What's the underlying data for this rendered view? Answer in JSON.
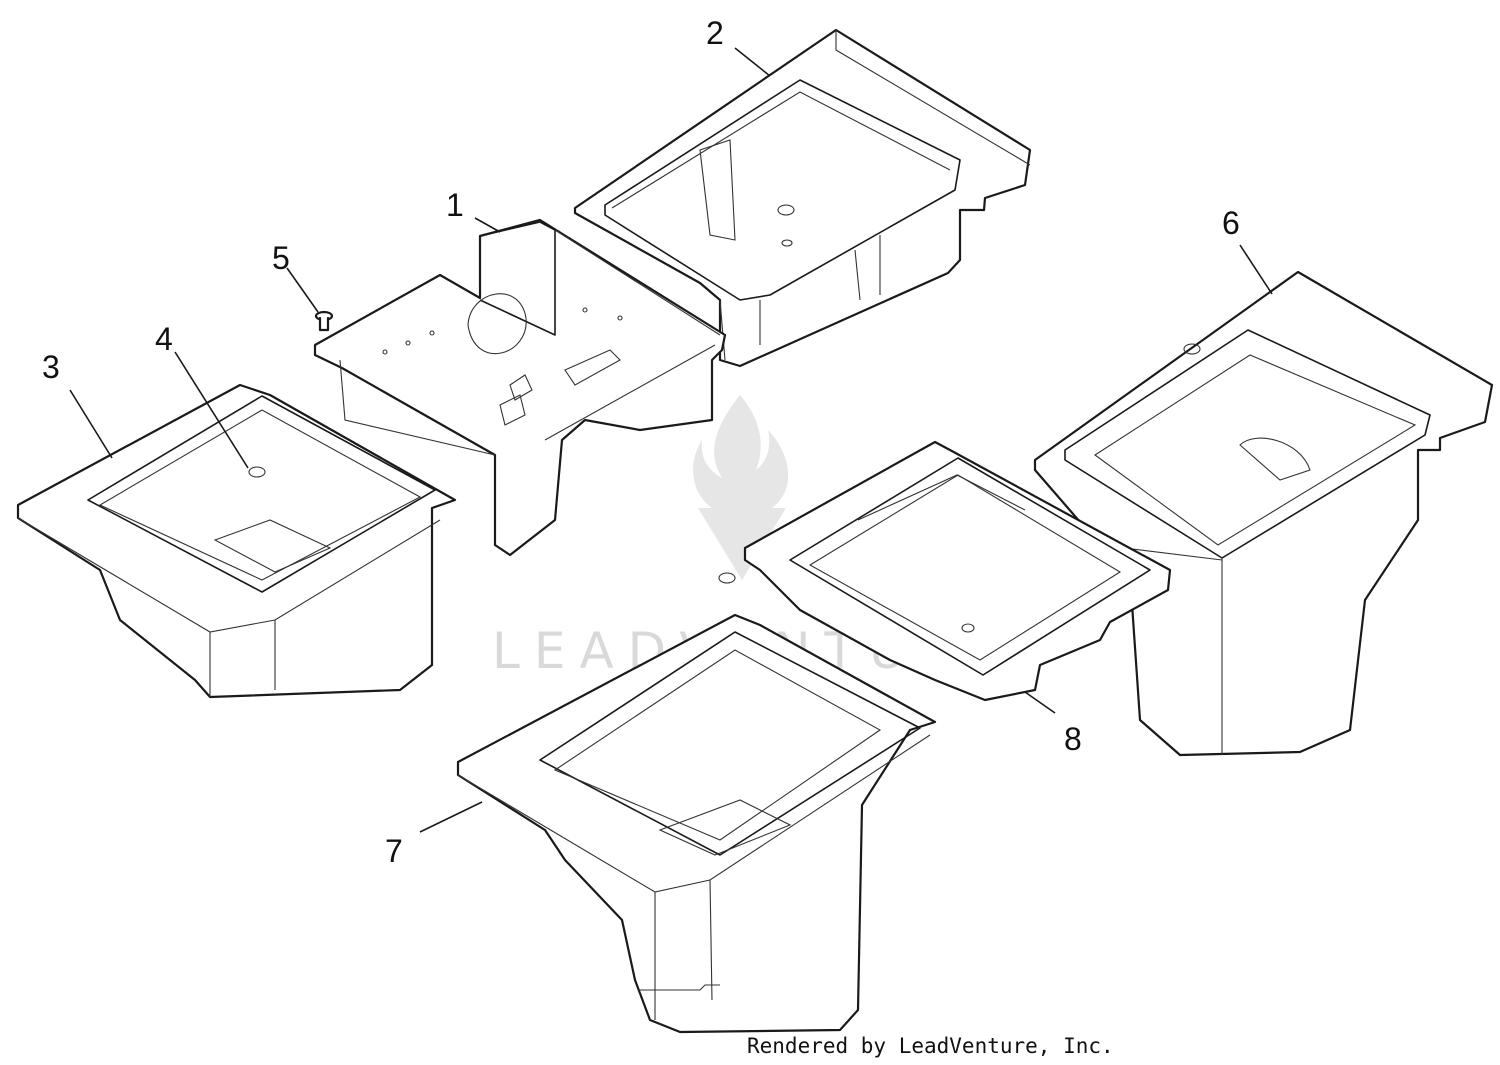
{
  "callouts": {
    "c1": "1",
    "c2": "2",
    "c3": "3",
    "c4": "4",
    "c5": "5",
    "c6": "6",
    "c7": "7",
    "c8": "8"
  },
  "watermark": {
    "text": "LEADVENTURE",
    "icon": "flame-v-logo"
  },
  "footer": {
    "rendered_by": "Rendered by LeadVenture, Inc."
  },
  "colors": {
    "line": "#1a1a1a",
    "watermark": "#d9d9d9",
    "background": "#ffffff"
  }
}
